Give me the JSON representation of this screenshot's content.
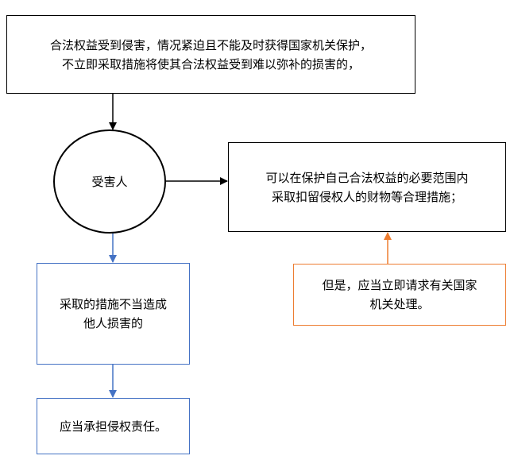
{
  "colors": {
    "black": "#000000",
    "blue": "#4472c4",
    "orange": "#ed7d31"
  },
  "nodes": {
    "condition": {
      "line1": "合法权益受到侵害，情况紧迫且不能及时获得国家机关保护，",
      "line2": "不立即采取措施将使其合法权益受到难以弥补的损害的，"
    },
    "victim": {
      "label": "受害人"
    },
    "self_help": {
      "line1": "可以在保护自己合法权益的必要范围内",
      "line2": "采取扣留侵权人的财物等合理措施；"
    },
    "report": {
      "line1": "但是，应当立即请求有关国家",
      "line2": "机关处理。"
    },
    "improper": {
      "line1": "采取的措施不当造成",
      "line2": "他人损害的"
    },
    "liability": {
      "label": "应当承担侵权责任。"
    }
  }
}
